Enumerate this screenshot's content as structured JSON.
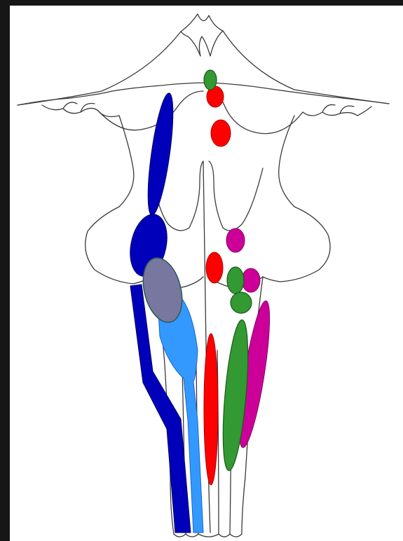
{
  "figure": {
    "background": "#161616",
    "paper": "#ffffff",
    "outline_color": "#3a3a3a",
    "regions": [
      {
        "name": "region-dark-blue-upper",
        "fill": "#0000bb"
      },
      {
        "name": "region-dark-blue-middle",
        "fill": "#0000bb"
      },
      {
        "name": "region-dark-blue-tract",
        "fill": "#0000bb"
      },
      {
        "name": "region-light-blue-tract",
        "fill": "#3399ff"
      },
      {
        "name": "region-gray-oval",
        "fill": "#77779f"
      },
      {
        "name": "region-green-top",
        "fill": "#339933"
      },
      {
        "name": "region-green-middle",
        "fill": "#339933"
      },
      {
        "name": "region-green-lower",
        "fill": "#339933"
      },
      {
        "name": "region-green-long",
        "fill": "#339933"
      },
      {
        "name": "region-red-top",
        "fill": "#ff0000"
      },
      {
        "name": "region-red-upper",
        "fill": "#ff0000"
      },
      {
        "name": "region-red-middle",
        "fill": "#ff0000"
      },
      {
        "name": "region-red-long",
        "fill": "#ff0000"
      },
      {
        "name": "region-magenta-upper",
        "fill": "#cc0099"
      },
      {
        "name": "region-magenta-middle",
        "fill": "#cc0099"
      },
      {
        "name": "region-magenta-long",
        "fill": "#cc0099"
      }
    ]
  }
}
